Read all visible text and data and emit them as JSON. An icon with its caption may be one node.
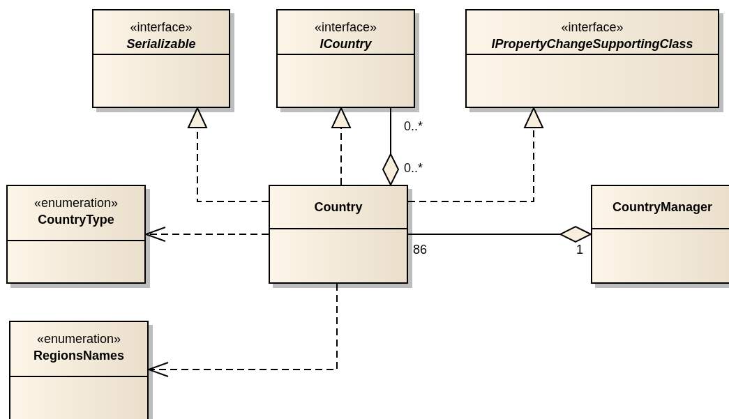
{
  "diagram": {
    "nodes": [
      {
        "text": [
          "«interface»",
          "Serializable"
        ]
      },
      {
        "text": [
          "«interface»",
          "ICountry"
        ]
      },
      {
        "text": [
          "«interface»",
          "IPropertyChangeSupportingClass"
        ]
      },
      {
        "text": [
          "«enumeration»",
          "CountryType"
        ]
      },
      {
        "text": [
          "Country"
        ]
      },
      {
        "text": [
          "CountryManager"
        ]
      },
      {
        "text": [
          "«enumeration»",
          "RegionsNames"
        ]
      }
    ],
    "edges": [
      {
        "from": 4,
        "to": 0,
        "arrow": "to",
        "style": "dashed"
      },
      {
        "from": 4,
        "to": 1,
        "arrow": "to",
        "style": "dashed"
      },
      {
        "from": 4,
        "to": 2,
        "arrow": "to",
        "style": "dashed"
      },
      {
        "from": 1,
        "to": 4,
        "arrow": "other"
      },
      {
        "from": 4,
        "to": 3,
        "arrow": "to",
        "style": "dashed"
      },
      {
        "from": 4,
        "to": 5,
        "arrow": "other"
      },
      {
        "from": 4,
        "to": 6,
        "arrow": "to",
        "style": "dashed"
      }
    ],
    "labels": [
      "0..*",
      "0..*",
      "86",
      "1"
    ]
  }
}
